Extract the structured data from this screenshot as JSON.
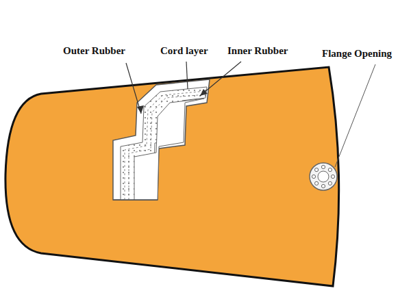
{
  "diagram": {
    "labels": [
      "Outer Rubber",
      "Cord layer",
      "Inner Rubber",
      "Flange Opening"
    ]
  }
}
